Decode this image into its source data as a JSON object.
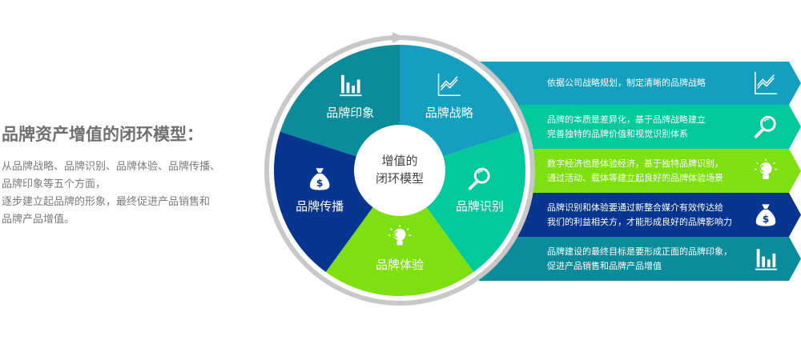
{
  "intro": {
    "title": "品牌资产增值的闭环模型：",
    "lines": [
      "从品牌战略、品牌识别、品牌体验、品牌传播、",
      "品牌印象等五个方面，",
      "逐步建立起品牌的形象，最终促进产品销售和",
      "品牌产品增值。"
    ]
  },
  "center": {
    "line1": "增值的",
    "line2": "闭环模型"
  },
  "slices": [
    {
      "label": "品牌战略",
      "icon": "line-chart-icon",
      "color": "#149fc0"
    },
    {
      "label": "品牌识别",
      "icon": "magnifier-icon",
      "color": "#02c99b"
    },
    {
      "label": "品牌体验",
      "icon": "lightbulb-icon",
      "color": "#7ee010"
    },
    {
      "label": "品牌传播",
      "icon": "money-bag-icon",
      "color": "#08358f"
    },
    {
      "label": "品牌印象",
      "icon": "bar-chart-icon",
      "color": "#0c8c9b"
    }
  ],
  "rows": [
    {
      "lines": [
        "依据公司战略规划，制定清晰的品牌战略"
      ],
      "icon": "line-chart-icon",
      "color": "#149fc0"
    },
    {
      "lines": [
        "品牌的本质是差异化，基于品牌战略建立",
        "完善独特的品牌价值和视觉识别体系"
      ],
      "icon": "magnifier-icon",
      "color": "#02c99b"
    },
    {
      "lines": [
        "数字经济也是体验经济，基于独特品牌识别，",
        "通过活动、载体等建立起良好的品牌体验场景"
      ],
      "icon": "lightbulb-icon",
      "color": "#7ee010"
    },
    {
      "lines": [
        "品牌识别和体验要通过新整合媒介有效传达给",
        "我们的利益相关方，才能形成良好的品牌影响力"
      ],
      "icon": "money-bag-icon",
      "color": "#08358f"
    },
    {
      "lines": [
        "品牌建设的最终目标是要形成正面的品牌印象，",
        "促进产品销售和品牌产品增值"
      ],
      "icon": "bar-chart-icon",
      "color": "#0c8c9b"
    }
  ],
  "ring_color": "#c8c8c8"
}
